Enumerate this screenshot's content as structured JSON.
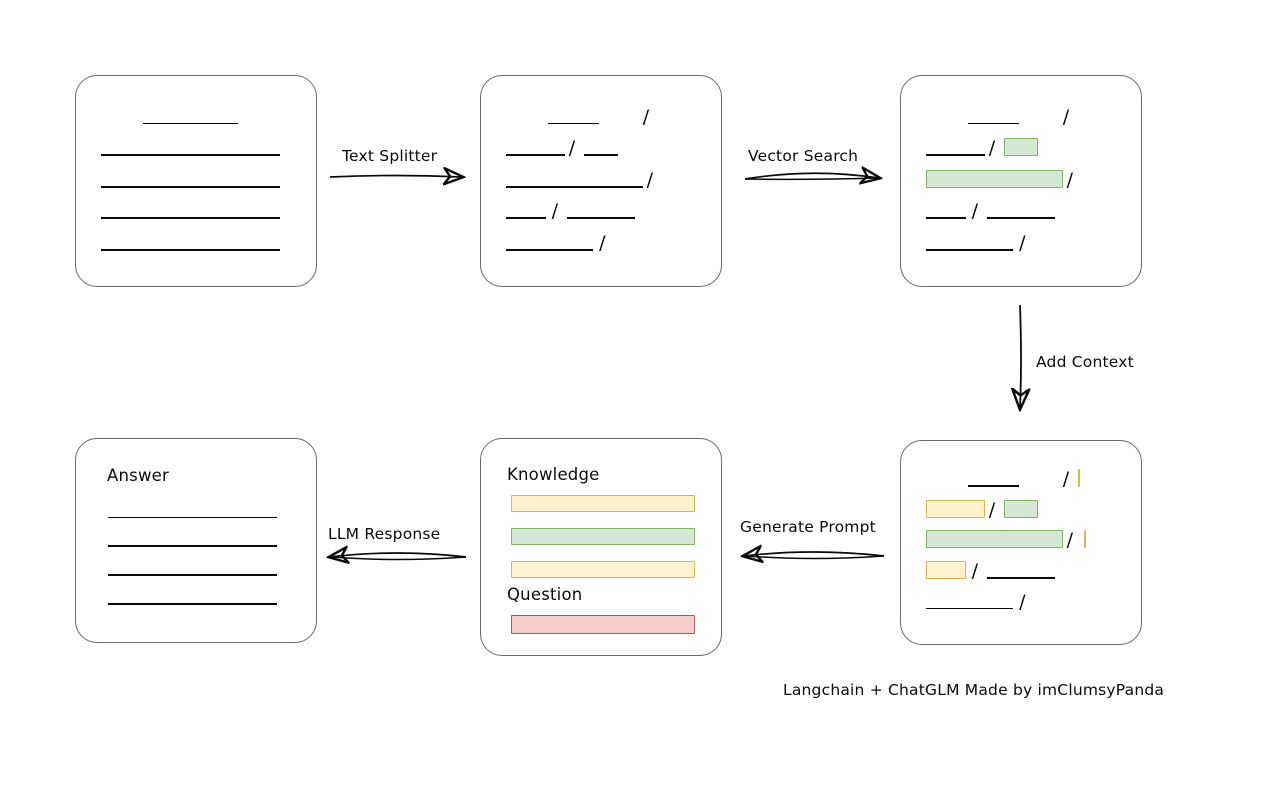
{
  "diagram": {
    "title_credit": "Langchain + ChatGLM Made by imClumsyPanda",
    "background": "#ffffff",
    "colors": {
      "box_border": "#6a6a6a",
      "line": "#0a0a0a",
      "highlight_green_fill": "#d5e8d4",
      "highlight_green_border": "#82b366",
      "highlight_yellow_fill": "#fff2cc",
      "highlight_yellow_border": "#d6b656",
      "highlight_red_fill": "#f8cecc",
      "highlight_red_border": "#b85450"
    },
    "nodes": [
      {
        "id": "source-document",
        "label": "",
        "rows": [
          {
            "segments": [
              {
                "kind": "line",
                "start": 22,
                "width": 72
              }
            ]
          },
          {
            "segments": [
              {
                "kind": "line",
                "start": 0,
                "width": 94
              }
            ]
          },
          {
            "segments": [
              {
                "kind": "line",
                "start": 0,
                "width": 94
              }
            ]
          },
          {
            "segments": [
              {
                "kind": "line",
                "start": 0,
                "width": 94
              }
            ]
          },
          {
            "segments": [
              {
                "kind": "line",
                "start": 0,
                "width": 94
              }
            ]
          }
        ]
      },
      {
        "id": "split-chunks",
        "label": "",
        "rows": [
          {
            "segments": [
              {
                "kind": "line",
                "start": 22,
                "width": 49
              },
              {
                "kind": "slash",
                "start": 72
              },
              {
                "kind": "line",
                "start": 80,
                "width": 20
              }
            ]
          },
          {
            "segments": [
              {
                "kind": "line",
                "start": 0,
                "width": 31
              },
              {
                "kind": "slash",
                "start": 33
              },
              {
                "kind": "line",
                "start": 41,
                "width": 59
              }
            ]
          },
          {
            "segments": [
              {
                "kind": "line",
                "start": 0,
                "width": 72
              },
              {
                "kind": "slash",
                "start": 74
              },
              {
                "kind": "line",
                "start": 83,
                "width": 17
              }
            ]
          },
          {
            "segments": [
              {
                "kind": "line",
                "start": 0,
                "width": 21
              },
              {
                "kind": "slash",
                "start": 24
              },
              {
                "kind": "line",
                "start": 32,
                "width": 68
              }
            ]
          },
          {
            "segments": [
              {
                "kind": "line",
                "start": 0,
                "width": 46
              },
              {
                "kind": "slash",
                "start": 49
              },
              {
                "kind": "line",
                "start": 57,
                "width": 43
              }
            ]
          }
        ]
      },
      {
        "id": "vector-matched-chunks",
        "label": "",
        "rows": [
          {
            "segments": [
              {
                "kind": "line",
                "start": 22,
                "width": 49
              },
              {
                "kind": "slash",
                "start": 72
              },
              {
                "kind": "line",
                "start": 80,
                "width": 20
              }
            ]
          },
          {
            "segments": [
              {
                "kind": "line",
                "start": 0,
                "width": 31
              },
              {
                "kind": "slash",
                "start": 33
              },
              {
                "kind": "green",
                "start": 41,
                "width": 59
              }
            ]
          },
          {
            "segments": [
              {
                "kind": "green",
                "start": 0,
                "width": 72
              },
              {
                "kind": "slash",
                "start": 74
              },
              {
                "kind": "line",
                "start": 83,
                "width": 17
              }
            ]
          },
          {
            "segments": [
              {
                "kind": "line",
                "start": 0,
                "width": 21
              },
              {
                "kind": "slash",
                "start": 24
              },
              {
                "kind": "line",
                "start": 32,
                "width": 68
              }
            ]
          },
          {
            "segments": [
              {
                "kind": "line",
                "start": 0,
                "width": 46
              },
              {
                "kind": "slash",
                "start": 49
              },
              {
                "kind": "line",
                "start": 57,
                "width": 43
              }
            ]
          }
        ]
      },
      {
        "id": "context-added-chunks",
        "label": "",
        "rows": [
          {
            "segments": [
              {
                "kind": "line",
                "start": 22,
                "width": 49
              },
              {
                "kind": "slash",
                "start": 72
              },
              {
                "kind": "yellow",
                "start": 80,
                "width": 20
              }
            ]
          },
          {
            "segments": [
              {
                "kind": "yellow",
                "start": 0,
                "width": 31
              },
              {
                "kind": "slash",
                "start": 33
              },
              {
                "kind": "green",
                "start": 41,
                "width": 59
              }
            ]
          },
          {
            "segments": [
              {
                "kind": "green",
                "start": 0,
                "width": 72
              },
              {
                "kind": "slash",
                "start": 74
              },
              {
                "kind": "yellow",
                "start": 83,
                "width": 17
              }
            ]
          },
          {
            "segments": [
              {
                "kind": "yellow",
                "start": 0,
                "width": 21
              },
              {
                "kind": "slash",
                "start": 24
              },
              {
                "kind": "line",
                "start": 32,
                "width": 68
              }
            ]
          },
          {
            "segments": [
              {
                "kind": "line",
                "start": 0,
                "width": 46
              },
              {
                "kind": "slash",
                "start": 49
              },
              {
                "kind": "line",
                "start": 57,
                "width": 43
              }
            ]
          }
        ]
      },
      {
        "id": "prompt",
        "headings": [
          "Knowledge",
          "Question"
        ],
        "knowledge_bars": [
          "yellow",
          "green",
          "yellow"
        ],
        "question_bars": [
          "red"
        ]
      },
      {
        "id": "answer",
        "label": "Answer",
        "rows": [
          {
            "segments": [
              {
                "kind": "line",
                "start": 0,
                "width": 94
              }
            ]
          },
          {
            "segments": [
              {
                "kind": "line",
                "start": 0,
                "width": 94
              }
            ]
          },
          {
            "segments": [
              {
                "kind": "line",
                "start": 0,
                "width": 94
              }
            ]
          },
          {
            "segments": [
              {
                "kind": "line",
                "start": 0,
                "width": 94
              }
            ]
          }
        ]
      }
    ],
    "edges": [
      {
        "id": "edge-text-splitter",
        "label": "Text Splitter",
        "from": "source-document",
        "to": "split-chunks"
      },
      {
        "id": "edge-vector-search",
        "label": "Vector Search",
        "from": "split-chunks",
        "to": "vector-matched-chunks"
      },
      {
        "id": "edge-add-context",
        "label": "Add Context",
        "from": "vector-matched-chunks",
        "to": "context-added-chunks"
      },
      {
        "id": "edge-generate-prompt",
        "label": "Generate Prompt",
        "from": "context-added-chunks",
        "to": "prompt"
      },
      {
        "id": "edge-llm-response",
        "label": "LLM Response",
        "from": "prompt",
        "to": "answer"
      }
    ]
  }
}
